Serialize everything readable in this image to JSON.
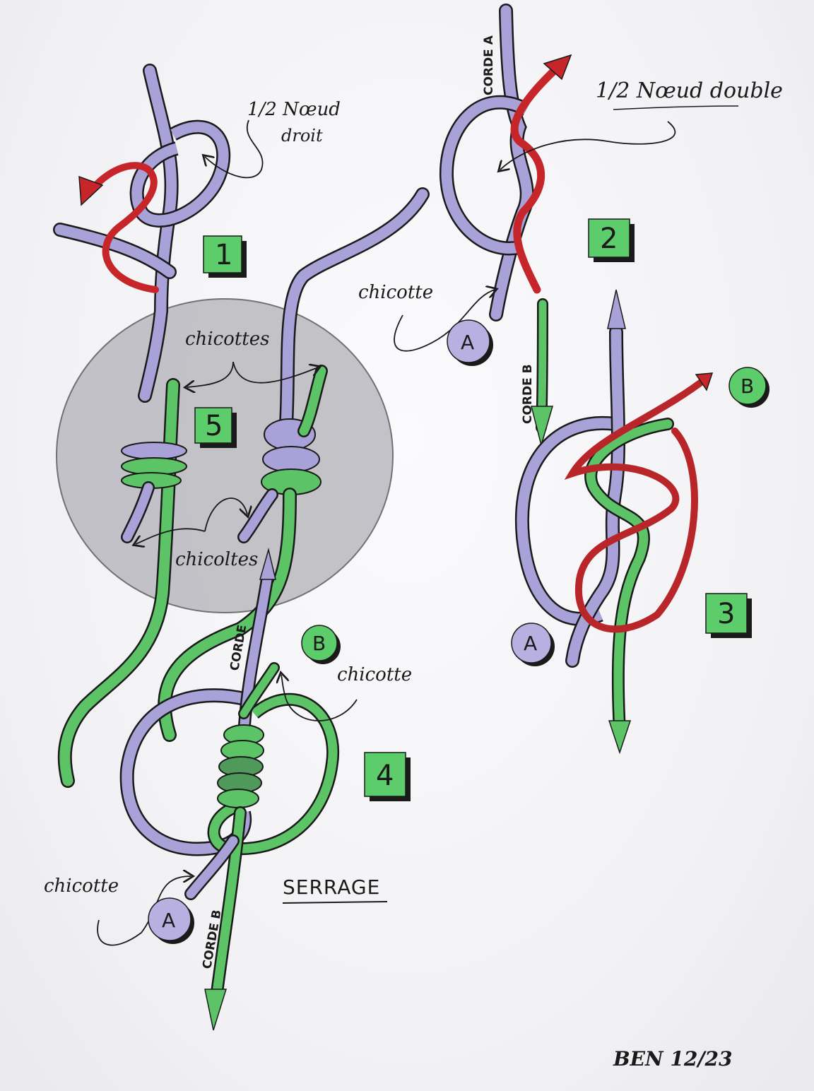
{
  "labels": {
    "half_knot_right_line1": "1/2 Nœud",
    "half_knot_right_line2": "droit",
    "half_knot_double": "1/2 Nœud double",
    "chicotte_top_right": "chicotte",
    "chicottes_top": "chicottes",
    "chicottes_bottom": "chicoltes",
    "chicotte_step4": "chicotte",
    "chicotte_bottom_left": "chicotte",
    "serrage": "SERRAGE",
    "signature": "BEN 12/23"
  },
  "rope_labels": {
    "corde_a": "CORDE A",
    "corde_b_right": "CORDE B",
    "corde_left": "CORDE",
    "corde_b_bottom": "CORDE B"
  },
  "step_badges": [
    "1",
    "2",
    "3",
    "4",
    "5"
  ],
  "circle_markers": {
    "a_step2": "A",
    "a_step3": "A",
    "a_step4": "A",
    "b_step3": "B",
    "b_step4": "B"
  },
  "colors": {
    "rope_a": "#a9a2d8",
    "rope_b": "#5cc466",
    "direction_arrow": "#c6262a",
    "badge_fill": "#5dcc6a",
    "highlight_disc": "#b9b9bf",
    "ink": "#1a1a1a"
  }
}
